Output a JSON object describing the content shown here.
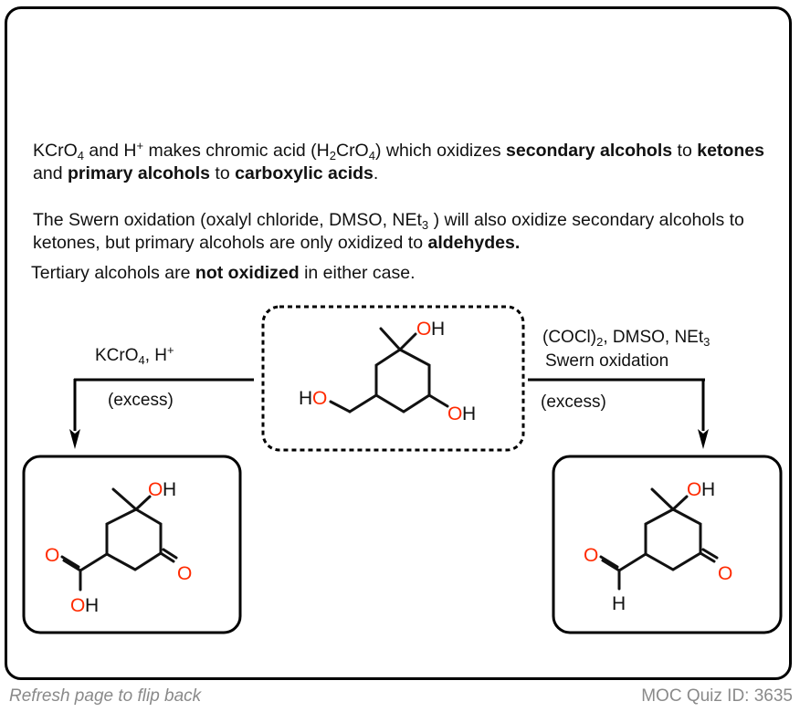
{
  "explanation": {
    "p1": {
      "t1": "KCrO",
      "t1_sub": "4",
      "t2": " and H",
      "t2_sup": "+",
      "t3": " makes chromic acid (H",
      "t3_sub": "2",
      "t4": "CrO",
      "t4_sub": "4",
      "t5": ") which oxidizes ",
      "b1": "secondary alcohols",
      "t6": " to ",
      "b2": "ketones",
      "t7": " and ",
      "b3": "primary alcohols",
      "t8": " to ",
      "b4": "carboxylic acids",
      "t9": "."
    },
    "p2": {
      "t1": "The Swern oxidation (oxalyl chloride, DMSO, NEt",
      "t1_sub": "3",
      "t2": " ) will also oxidize secondary alcohols to ketones, but primary alcohols are only oxidized to ",
      "b1": "aldehydes."
    },
    "p3": {
      "t1": "Tertiary alcohols are ",
      "b1": "not oxidized",
      "t2": " in either case."
    }
  },
  "scheme": {
    "left_reagent": {
      "a": "KCrO",
      "a_sub": "4",
      "b": ", H",
      "b_sup": "+"
    },
    "left_condition": "(excess)",
    "right_reagent_line1": {
      "a": "(COCl)",
      "a_sub": "2",
      "b": ", DMSO, NEt",
      "b_sub": "3"
    },
    "right_reagent_line2": "Swern oxidation",
    "right_condition": "(excess)",
    "starting_material": {
      "name": "3-(hydroxymethyl)-1-methylcyclohexane-1,5-diol",
      "labels": {
        "oh_top": [
          "O",
          "H"
        ],
        "ho_left": [
          "H",
          "O"
        ],
        "oh_right": [
          "O",
          "H"
        ]
      }
    },
    "product_left": {
      "name": "carboxylic acid / ketone product",
      "labels": {
        "oh_top": [
          "O",
          "H"
        ],
        "carbonyl_o": "O",
        "acid_o": "O",
        "acid_oh": [
          "O",
          "H"
        ]
      }
    },
    "product_right": {
      "name": "aldehyde / ketone product",
      "labels": {
        "oh_top": [
          "O",
          "H"
        ],
        "carbonyl_o": "O",
        "ald_o": "O",
        "ald_h": "H"
      }
    }
  },
  "colors": {
    "heteroatom": "#ff2a00",
    "text": "#111111",
    "footer": "#8a8a8a"
  },
  "footer": {
    "refresh": "Refresh page to flip back",
    "quiz_id": "MOC Quiz ID: 3635"
  }
}
